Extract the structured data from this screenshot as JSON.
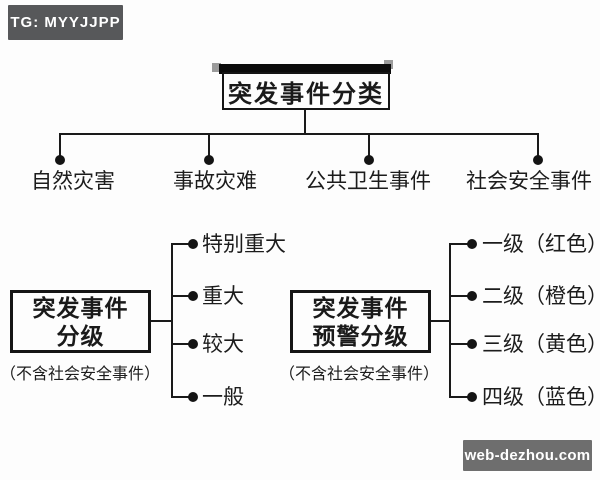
{
  "badge": {
    "label": "TG: MYYJJPP"
  },
  "watermark": {
    "label": "web-dezhou.com"
  },
  "classification_tree": {
    "root": "突发事件分类",
    "categories": [
      "自然灾害",
      "事故灾难",
      "公共卫生事件",
      "社会安全事件"
    ]
  },
  "grading_tree": {
    "title_line1": "突发事件",
    "title_line2": "分级",
    "note": "（不含社会安全事件）",
    "levels": [
      "特别重大",
      "重大",
      "较大",
      "一般"
    ]
  },
  "warning_tree": {
    "title_line1": "突发事件",
    "title_line2": "预警分级",
    "note": "（不含社会安全事件）",
    "levels": [
      "一级（红色）",
      "二级（橙色）",
      "三级（黄色）",
      "四级（蓝色）"
    ]
  },
  "colors": {
    "paper": "#fdfdfd",
    "line": "#1a1a1a",
    "badge_bg": "#57585a",
    "watermark_bg": "#6e6e6e",
    "selection_handle": "#9b9b9b",
    "selection_bar": "#0b0b0b"
  }
}
